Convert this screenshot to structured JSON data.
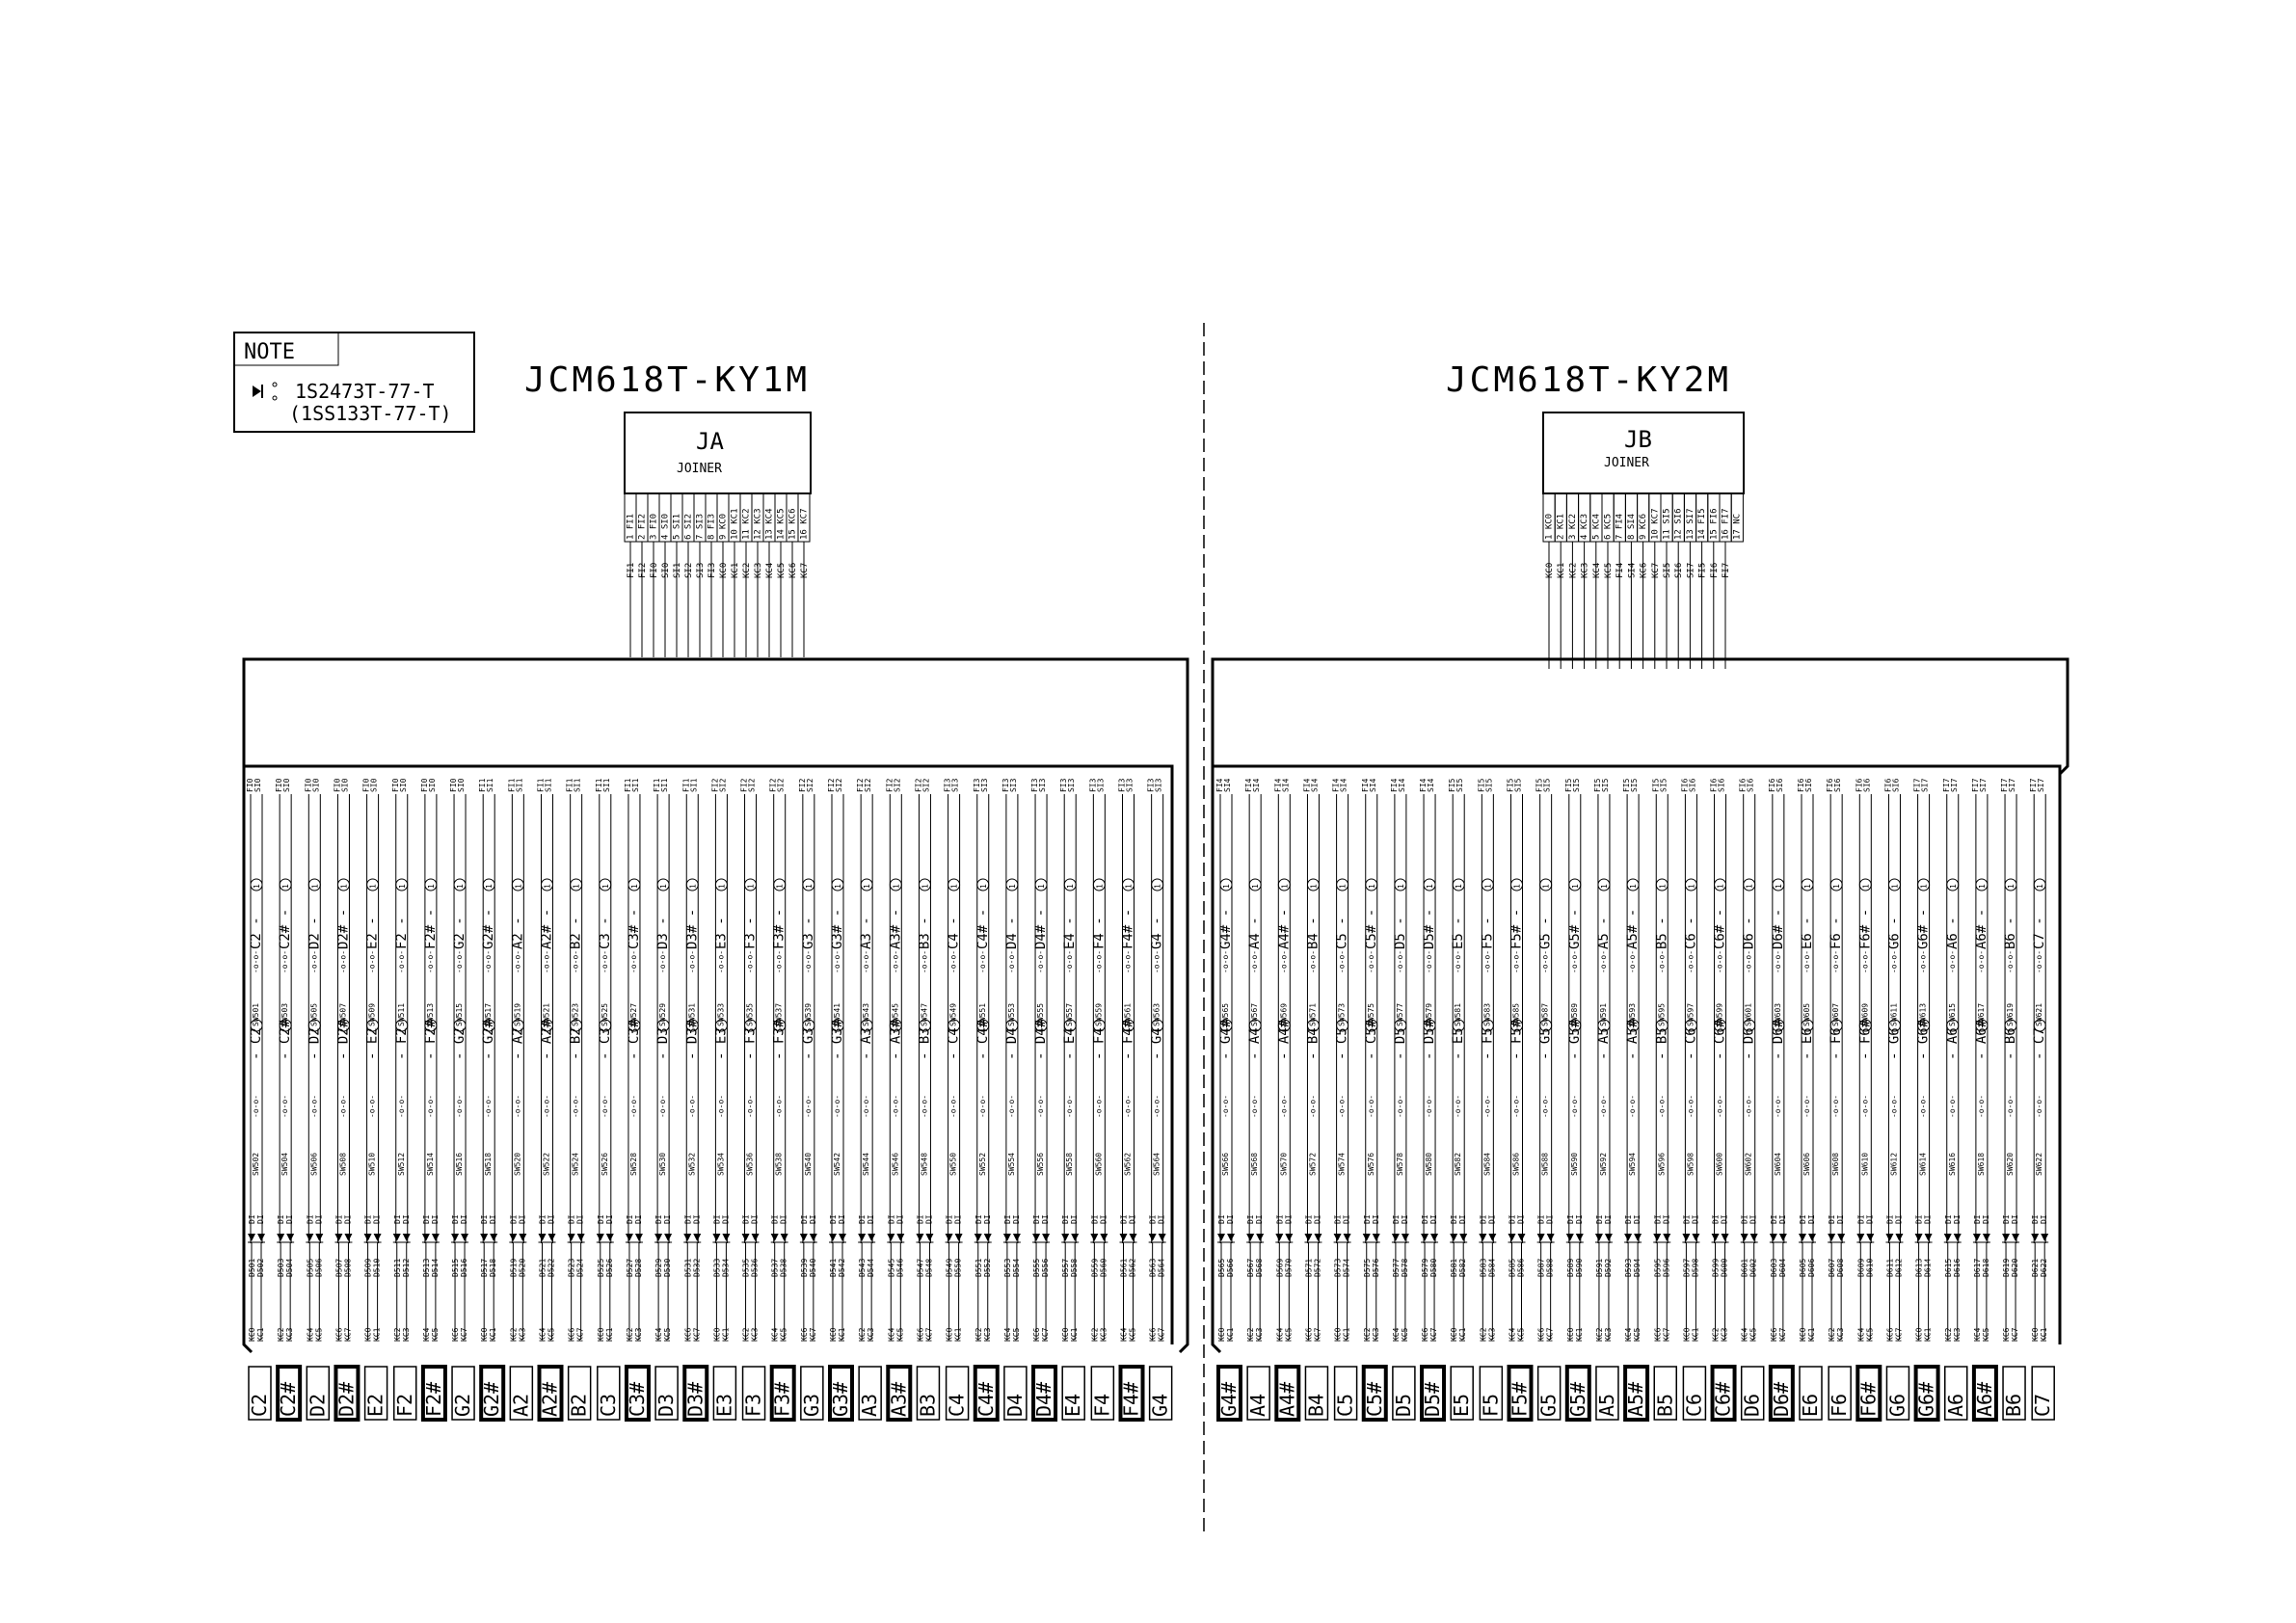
{
  "note": {
    "title": "NOTE",
    "diode_primary": "1S2473T-77-T",
    "diode_alt": "(1SS133T-77-T)"
  },
  "boards": [
    {
      "title": "JCM618T-KY1M",
      "joiner_id": "JA",
      "joiner_label": "JOINER",
      "pins": [
        "1 FI1",
        "2 FI2",
        "3 FI0",
        "4 SI0",
        "5 SI1",
        "6 SI2",
        "7 SI3",
        "8 FI3",
        "9 KC0",
        "10 KC1",
        "11 KC2",
        "12 KC3",
        "13 KC4",
        "14 KC5",
        "15 KC6",
        "16 KC7"
      ],
      "wires": [
        "FI1",
        "FI2",
        "FI0",
        "SI0",
        "SI1",
        "SI2",
        "SI3",
        "FI3",
        "KC0",
        "KC1",
        "KC2",
        "KC3",
        "KC4",
        "KC5",
        "KC6",
        "KC7"
      ],
      "keys": [
        "C2",
        "C2#",
        "D2",
        "D2#",
        "E2",
        "F2",
        "F2#",
        "G2",
        "G2#",
        "A2",
        "A2#",
        "B2",
        "C3",
        "C3#",
        "D3",
        "D3#",
        "E3",
        "F3",
        "F3#",
        "G3",
        "G3#",
        "A3",
        "A3#",
        "B3",
        "C4",
        "C4#",
        "D4",
        "D4#",
        "E4",
        "F4",
        "F4#",
        "G4"
      ],
      "key_labels": [
        "C2",
        "C2#",
        "D2",
        "D2#",
        "E2",
        "F2",
        "F2#",
        "G2",
        "G2#",
        "A2",
        "A2#",
        "B2",
        "C3",
        "C3#",
        "D3",
        "D3#",
        "E3",
        "F3",
        "F3#",
        "G3",
        "G3#",
        "A3",
        "A3#",
        "B3",
        "C4",
        "C4#",
        "D4",
        "D4#",
        "E4",
        "F4",
        "F4#",
        "G4"
      ],
      "sw_start": 501,
      "d_start": 501,
      "fi_start": 0,
      "kc_offset": 0
    },
    {
      "title": "JCM618T-KY2M",
      "joiner_id": "JB",
      "joiner_label": "JOINER",
      "pins": [
        "1 KC0",
        "2 KC1",
        "3 KC2",
        "4 KC3",
        "5 KC4",
        "6 KC5",
        "7 FI4",
        "8 SI4",
        "9 KC6",
        "10 KC7",
        "11 SI5",
        "12 SI6",
        "13 SI7",
        "14 FI5",
        "15 FI6",
        "16 FI7",
        "17 NC"
      ],
      "wires": [
        "KC0",
        "KC1",
        "KC2",
        "KC3",
        "KC4",
        "KC5",
        "FI4",
        "SI4",
        "KC6",
        "KC7",
        "SI5",
        "SI6",
        "SI7",
        "FI5",
        "FI6",
        "FI7"
      ],
      "keys": [
        "G4#",
        "A4",
        "A4#",
        "B4",
        "C5",
        "C5#",
        "D5",
        "D5#",
        "E5",
        "F5",
        "F5#",
        "G5",
        "G5#",
        "A5",
        "A5#",
        "B5",
        "C6",
        "C6#",
        "D6",
        "D6#",
        "E6",
        "F6",
        "F6#",
        "G6",
        "G6#",
        "A6",
        "A6#",
        "B6",
        "C7"
      ],
      "key_labels": [
        "G4#",
        "A4",
        "A4#",
        "B4",
        "C5",
        "C5#",
        "D5",
        "D5#",
        "E5",
        "F5",
        "F5#",
        "G5",
        "G5#",
        "A5",
        "A5#",
        "B5",
        "C6",
        "C6#",
        "D6",
        "D6#",
        "E6",
        "F6",
        "F6#",
        "G6",
        "G6#",
        "A6",
        "A6#",
        "B6",
        "C7"
      ],
      "sw_start": 565,
      "d_start": 565,
      "fi_start": 4,
      "kc_offset": 0
    }
  ],
  "terms": {
    "fi_prefix": "FI",
    "si_prefix": "SI",
    "kc_prefix": "KC",
    "sw_prefix": "SW",
    "d_prefix": "D",
    "di": "DI",
    "c": "c",
    "dash": "-",
    "n1": "1",
    "n2": "2"
  }
}
